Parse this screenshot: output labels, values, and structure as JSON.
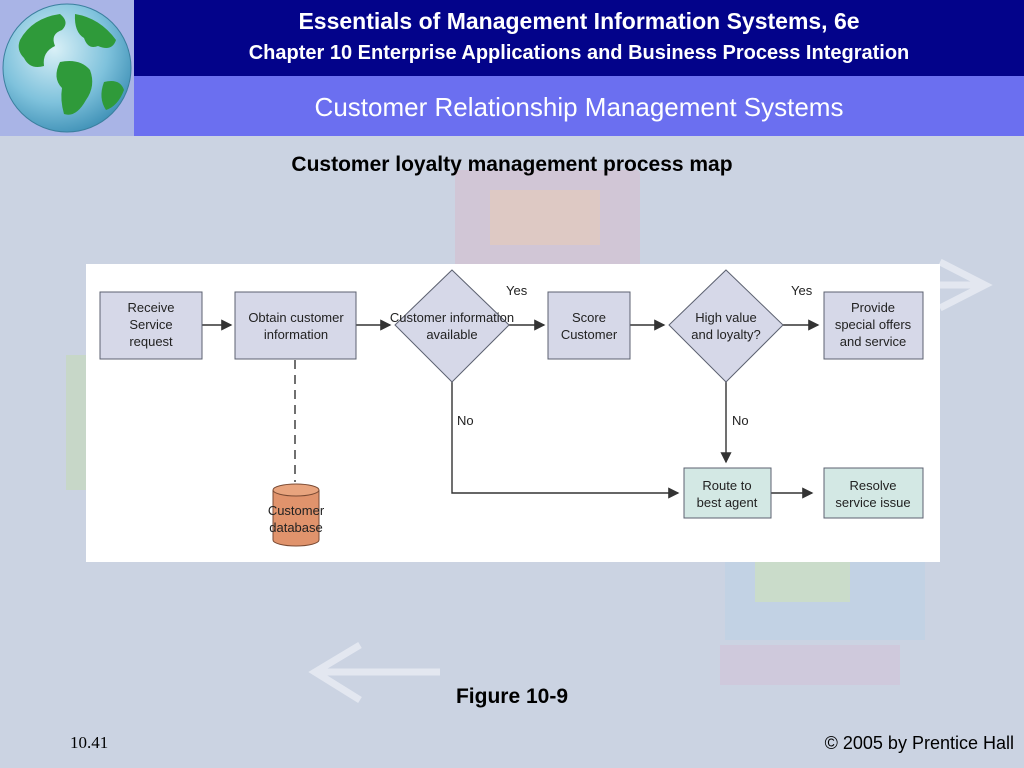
{
  "header": {
    "course_title": "Essentials of Management Information Systems, 6e",
    "chapter_title": "Chapter 10 Enterprise Applications and Business Process Integration",
    "section_title": "Customer Relationship Management Systems"
  },
  "diagram": {
    "title": "Customer loyalty management process map",
    "nodes": {
      "receive_request": [
        "Receive",
        "Service",
        "request"
      ],
      "obtain_info": [
        "Obtain customer",
        "information"
      ],
      "info_available": [
        "Customer information",
        "available"
      ],
      "score_customer": [
        "Score",
        "Customer"
      ],
      "high_value": [
        "High value",
        "and loyalty?"
      ],
      "provide_offers": [
        "Provide",
        "special offers",
        "and service"
      ],
      "route_agent": [
        "Route to",
        "best agent"
      ],
      "resolve_issue": [
        "Resolve",
        "service issue"
      ],
      "customer_db": [
        "Customer",
        "database"
      ]
    },
    "edge_labels": {
      "yes1": "Yes",
      "yes2": "Yes",
      "no1": "No",
      "no2": "No"
    }
  },
  "colors": {
    "header_dark": "#03038a",
    "header_light": "#6b6ff0",
    "box_fill": "#d6d8e8",
    "route_fill": "#d3e8e4",
    "db_fill": "#e0936c"
  },
  "caption": "Figure 10-9",
  "footer": {
    "page_number": "10.41",
    "copyright": "© 2005 by Prentice Hall"
  }
}
